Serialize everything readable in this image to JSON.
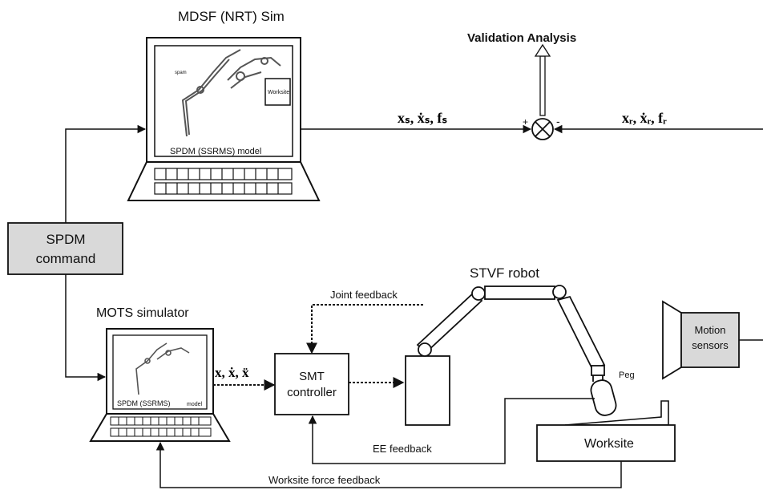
{
  "top_sim": {
    "title": "MDSF (NRT) Sim",
    "arm_label": "spam",
    "worksite_label": "Worksite",
    "model_caption": "SPDM (SSRMS)  model"
  },
  "validation": {
    "title": "Validation Analysis",
    "plus": "+",
    "minus": "-"
  },
  "signals": {
    "sim_output": "xₛ, ẋₛ, fₛ",
    "robot_output": "xᵣ, ẋᵣ, fᵣ",
    "mots_output": "x, ẋ, ẍ"
  },
  "command": {
    "line1": "SPDM",
    "line2": "command"
  },
  "mots": {
    "title": "MOTS simulator",
    "model_caption": "SPDM (SSRMS)",
    "model_suffix": "model"
  },
  "controller": {
    "line1": "SMT",
    "line2": "controller"
  },
  "robot": {
    "title": "STVF robot",
    "peg": "Peg"
  },
  "feedback": {
    "joint": "Joint feedback",
    "ee": "EE feedback",
    "force": "Worksite force feedback"
  },
  "worksite": {
    "label": "Worksite"
  },
  "sensors": {
    "line1": "Motion",
    "line2": "sensors"
  },
  "colors": {
    "box_fill": "#d9d9d9",
    "stroke": "#111111"
  }
}
